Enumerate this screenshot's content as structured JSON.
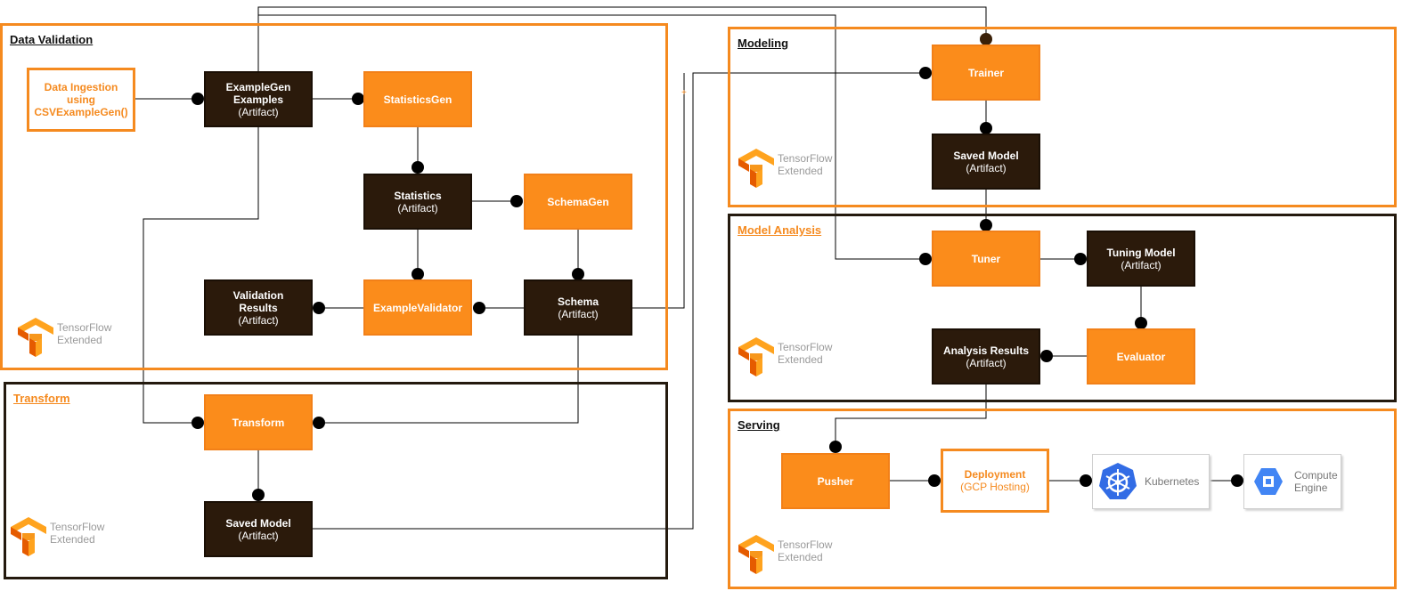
{
  "groups": {
    "data_validation": "Data Validation",
    "transform": "Transform",
    "modeling": "Modeling",
    "model_analysis": "Model Analysis",
    "serving": "Serving"
  },
  "tfx_logo": {
    "line1": "TensorFlow",
    "line2": "Extended"
  },
  "nodes": {
    "ingestion": {
      "l1": "Data Ingestion",
      "l2": "using",
      "l3": "CSVExampleGen()"
    },
    "examplegen": {
      "l1": "ExampleGen",
      "l2": "Examples",
      "l3": "(Artifact)"
    },
    "statisticsgen": "StatisticsGen",
    "statistics": {
      "l1": "Statistics",
      "l2": "(Artifact)"
    },
    "schemagen": "SchemaGen",
    "validation_results": {
      "l1": "Validation",
      "l2": "Results",
      "l3": "(Artifact)"
    },
    "examplevalidator": "ExampleValidator",
    "schema": {
      "l1": "Schema",
      "l2": "(Artifact)"
    },
    "transform": "Transform",
    "saved_model_transform": {
      "l1": "Saved Model",
      "l2": "(Artifact)"
    },
    "trainer": "Trainer",
    "saved_model_trainer": {
      "l1": "Saved Model",
      "l2": "(Artifact)"
    },
    "tuner": "Tuner",
    "tuning_model": {
      "l1": "Tuning Model",
      "l2": "(Artifact)"
    },
    "analysis_results": {
      "l1": "Analysis Results",
      "l2": "(Artifact)"
    },
    "evaluator": "Evaluator",
    "pusher": "Pusher",
    "deployment": {
      "l1": "Deployment",
      "l2": "(GCP Hosting)"
    },
    "kubernetes": "Kubernetes",
    "compute_engine": {
      "l1": "Compute",
      "l2": "Engine"
    }
  },
  "colors": {
    "orange": "#fb8c1b",
    "dark": "#2b1a0b",
    "kubernetes_blue": "#326ce5",
    "gcp_blue": "#4285f4"
  }
}
